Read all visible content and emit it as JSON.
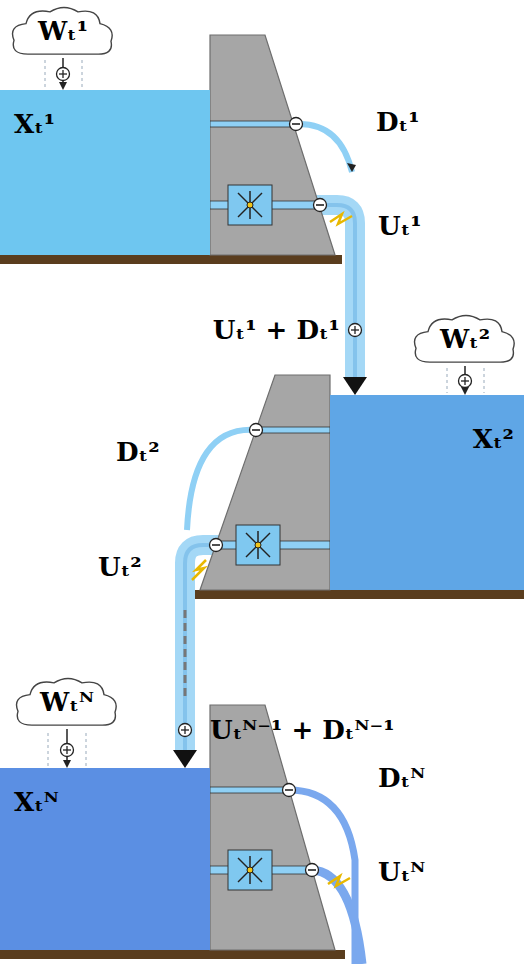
{
  "diagram": {
    "nodes": [
      {
        "text": [
          "Wₜ¹"
        ]
      },
      {
        "text": [
          "Xₜ¹"
        ]
      },
      {
        "text": [
          "Wₜ²"
        ]
      },
      {
        "text": [
          "Xₜ²"
        ]
      },
      {
        "text": [
          "Wₜᴺ"
        ]
      },
      {
        "text": [
          "Xₜᴺ"
        ]
      }
    ],
    "edges": [
      {
        "from": 0,
        "to": 1,
        "arrow": "to"
      },
      {
        "from": 1,
        "to": 3,
        "label": "Uₜ¹ + Dₜ¹",
        "arrow": "to"
      },
      {
        "from": 2,
        "to": 3,
        "arrow": "to"
      },
      {
        "from": 3,
        "to": 5,
        "label": "Uₜᴺ⁻¹ + Dₜᴺ⁻¹",
        "arrow": "to"
      },
      {
        "from": 4,
        "to": 5,
        "arrow": "to"
      }
    ],
    "labels": [
      "Dₜ¹",
      "Uₜ¹",
      "Dₜ²",
      "Uₜ²",
      "Dₜᴺ",
      "Uₜᴺ"
    ]
  }
}
